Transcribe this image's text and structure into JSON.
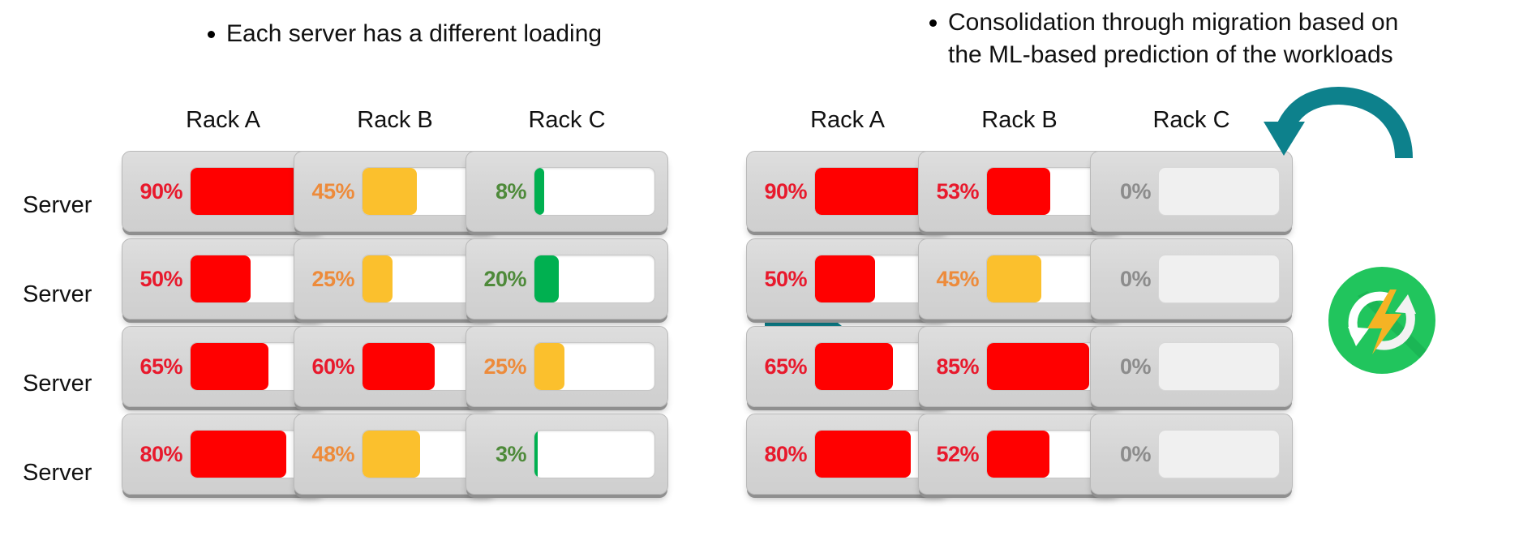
{
  "slide": {
    "bullets": {
      "left": "Each server has a different loading",
      "right": "Consolidation through migration based on\nthe ML-based prediction of the workloads"
    }
  },
  "colors": {
    "red_bar": "#FF0000",
    "red_label": "#E8192C",
    "yellow_bar": "#FBC02D",
    "yellow_label": "#ED8B3B",
    "green_bar": "#00B050",
    "green_label": "#4E8A3A",
    "off_label": "#8C8C8C",
    "teal": "#0D818C",
    "eco_green": "#21C55D",
    "eco_bolt": "#F5B324"
  },
  "left_panel": {
    "server_labels": [
      "Server",
      "Server",
      "Server",
      "Server"
    ],
    "racks": [
      {
        "name": "Rack A",
        "servers": [
          {
            "percent": 90,
            "label": "90%",
            "state": "critical"
          },
          {
            "percent": 50,
            "label": "50%",
            "state": "critical"
          },
          {
            "percent": 65,
            "label": "65%",
            "state": "critical"
          },
          {
            "percent": 80,
            "label": "80%",
            "state": "critical"
          }
        ]
      },
      {
        "name": "Rack B",
        "servers": [
          {
            "percent": 45,
            "label": "45%",
            "state": "warning"
          },
          {
            "percent": 25,
            "label": "25%",
            "state": "warning"
          },
          {
            "percent": 60,
            "label": "60%",
            "state": "critical"
          },
          {
            "percent": 48,
            "label": "48%",
            "state": "warning"
          }
        ]
      },
      {
        "name": "Rack C",
        "servers": [
          {
            "percent": 8,
            "label": "8%",
            "state": "ok"
          },
          {
            "percent": 20,
            "label": "20%",
            "state": "ok"
          },
          {
            "percent": 25,
            "label": "25%",
            "state": "warning"
          },
          {
            "percent": 3,
            "label": "3%",
            "state": "ok"
          }
        ]
      }
    ]
  },
  "right_panel": {
    "racks": [
      {
        "name": "Rack A",
        "servers": [
          {
            "percent": 90,
            "label": "90%",
            "state": "critical"
          },
          {
            "percent": 50,
            "label": "50%",
            "state": "critical"
          },
          {
            "percent": 65,
            "label": "65%",
            "state": "critical"
          },
          {
            "percent": 80,
            "label": "80%",
            "state": "critical"
          }
        ]
      },
      {
        "name": "Rack B",
        "servers": [
          {
            "percent": 53,
            "label": "53%",
            "state": "critical"
          },
          {
            "percent": 45,
            "label": "45%",
            "state": "warning"
          },
          {
            "percent": 85,
            "label": "85%",
            "state": "critical"
          },
          {
            "percent": 52,
            "label": "52%",
            "state": "critical"
          }
        ]
      },
      {
        "name": "Rack C",
        "servers": [
          {
            "percent": 0,
            "label": "0%",
            "state": "off"
          },
          {
            "percent": 0,
            "label": "0%",
            "state": "off"
          },
          {
            "percent": 0,
            "label": "0%",
            "state": "off"
          },
          {
            "percent": 0,
            "label": "0%",
            "state": "off"
          }
        ]
      }
    ]
  },
  "icons": {
    "center_arrow": "right-arrow-icon",
    "migration_arrow": "curved-migration-arrow-icon",
    "eco_badge": "power-save-recycle-icon"
  }
}
